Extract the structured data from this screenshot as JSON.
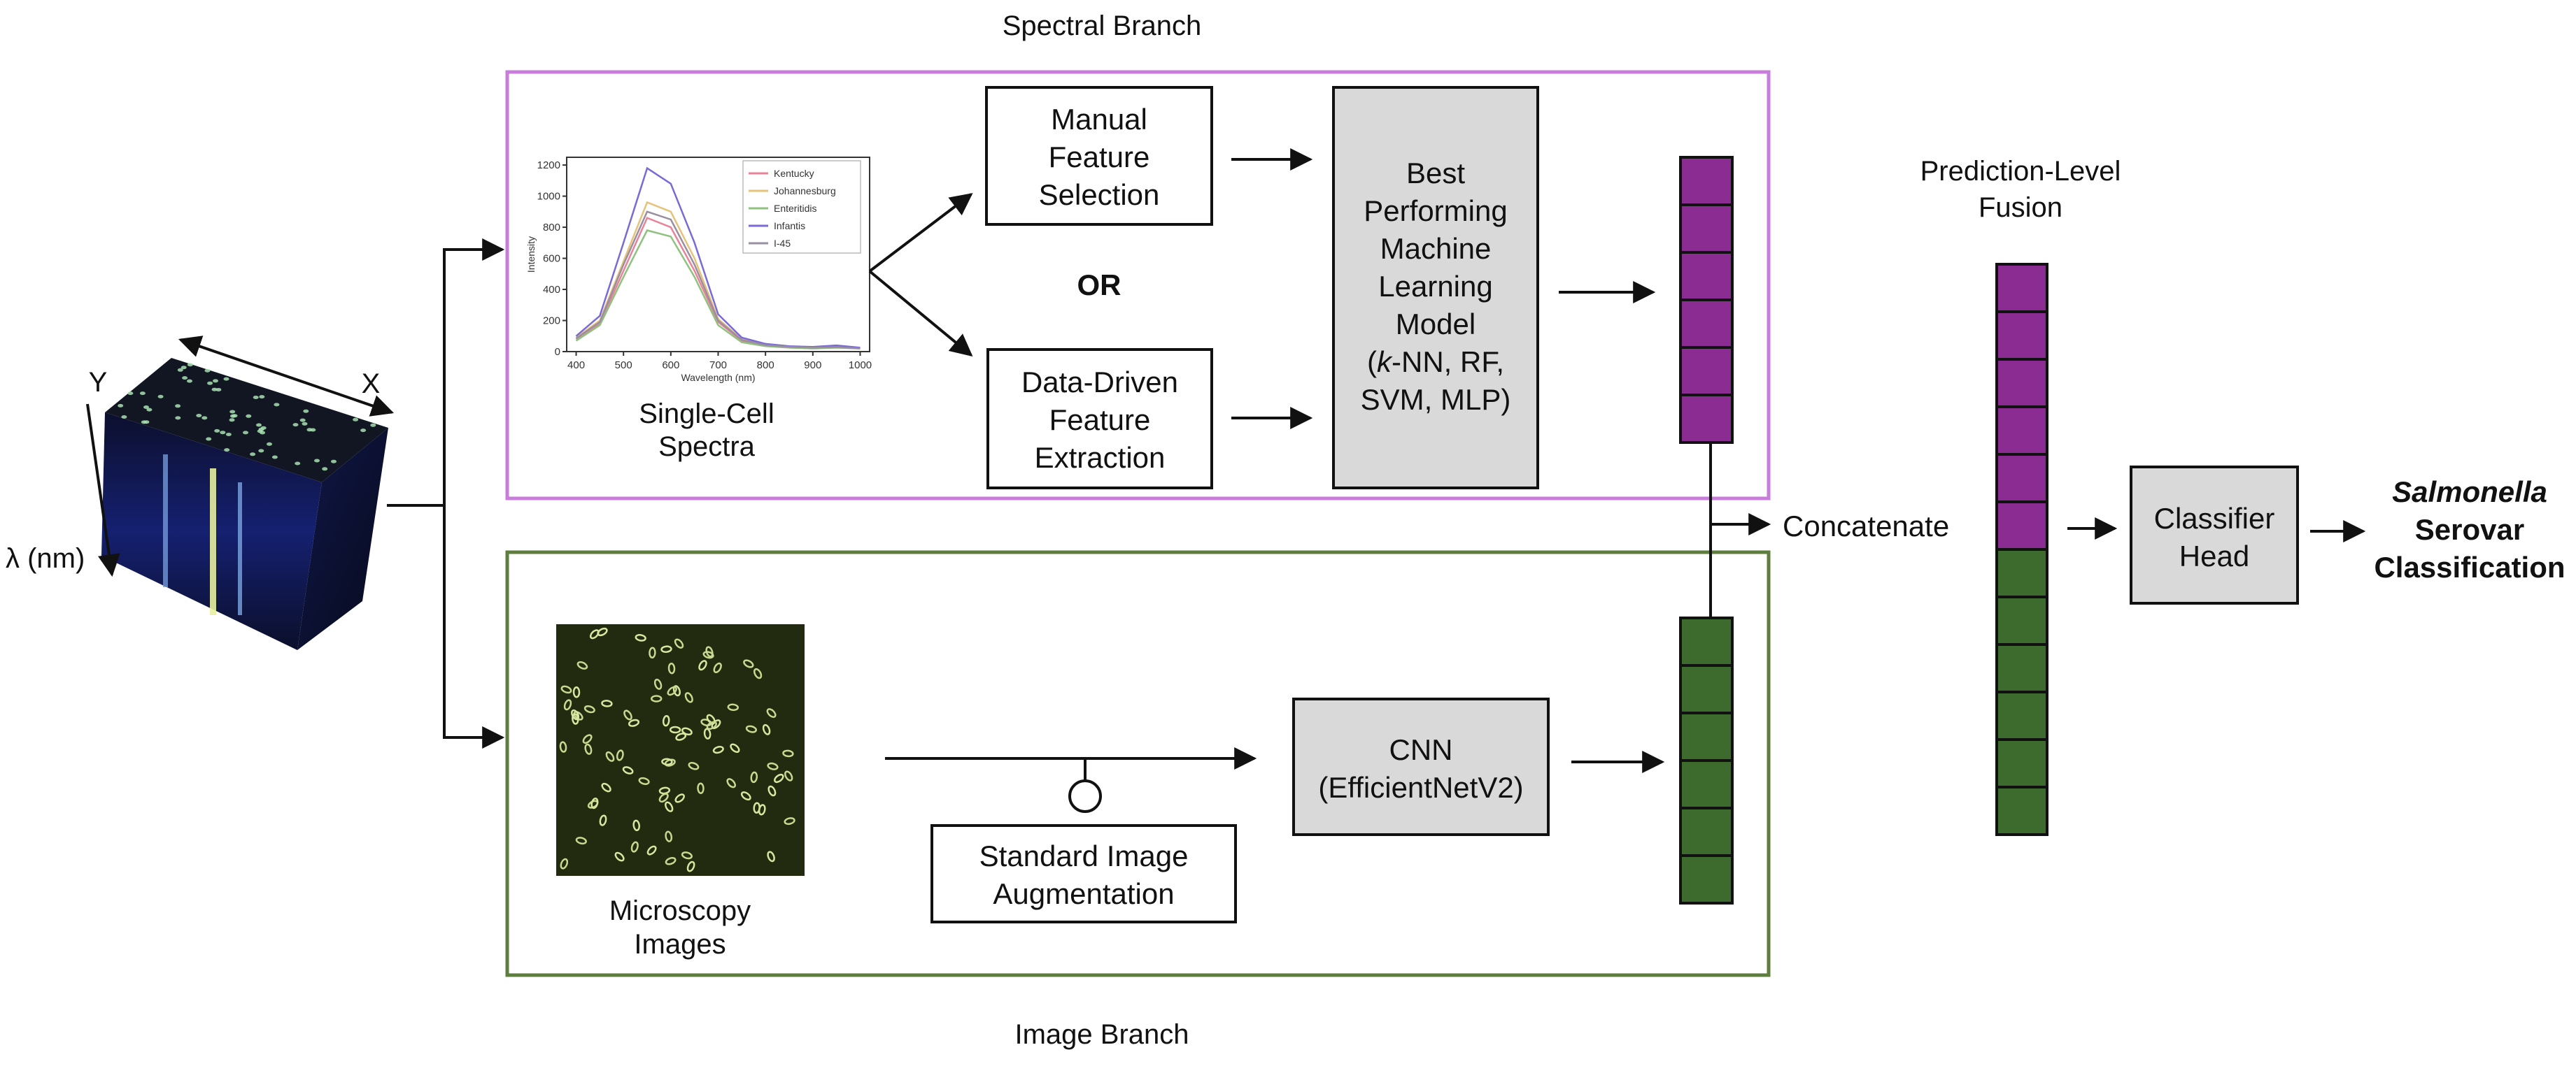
{
  "colors": {
    "spectral": "#c77dd9",
    "image": "#5e7e3e",
    "purple_cell": "#8a2c91",
    "green_cell": "#3d6b2e",
    "box_fill": "#d9d9d9",
    "line": "#111111"
  },
  "branches": {
    "spectral_title": "Spectral Branch",
    "image_title": "Image Branch"
  },
  "cube": {
    "label_y": "Y",
    "label_x": "X",
    "label_lambda": "λ (nm)"
  },
  "spectra": {
    "caption_line1": "Single-Cell",
    "caption_line2": "Spectra"
  },
  "manual": {
    "line1": "Manual",
    "line2": "Feature",
    "line3": "Selection"
  },
  "or_label": "OR",
  "datadriven": {
    "line1": "Data-Driven",
    "line2": "Feature",
    "line3": "Extraction"
  },
  "ml_model": {
    "line1": "Best",
    "line2": "Performing",
    "line3": "Machine",
    "line4": "Learning",
    "line5": "Model",
    "line6_italic": "k",
    "line6_rest": "-NN, RF,",
    "line7": "SVM, MLP)"
  },
  "microscopy": {
    "caption_line1": "Microscopy",
    "caption_line2": "Images"
  },
  "augmentation": {
    "line1": "Standard Image",
    "line2": "Augmentation"
  },
  "cnn": {
    "line1": "CNN",
    "line2": "(EfficientNetV2)"
  },
  "concatenate": "Concatenate",
  "fusion": {
    "line1": "Prediction-Level",
    "line2": "Fusion"
  },
  "classifier": {
    "line1": "Classifier",
    "line2": "Head"
  },
  "output": {
    "line1": "Salmonella",
    "line2": "Serovar",
    "line3": "Classification"
  },
  "chart_data": {
    "type": "line",
    "x": [
      400,
      450,
      500,
      550,
      600,
      650,
      700,
      750,
      800,
      850,
      900,
      950,
      1000
    ],
    "series": [
      {
        "name": "Kentucky",
        "color": "#e8839a",
        "values": [
          80,
          180,
          520,
          860,
          800,
          520,
          190,
          70,
          40,
          30,
          25,
          30,
          20
        ]
      },
      {
        "name": "Johannesburg",
        "color": "#e6c27a",
        "values": [
          90,
          200,
          580,
          960,
          900,
          600,
          210,
          80,
          45,
          30,
          25,
          30,
          20
        ]
      },
      {
        "name": "Enteritidis",
        "color": "#8fc27f",
        "values": [
          70,
          170,
          480,
          780,
          740,
          480,
          170,
          60,
          35,
          25,
          20,
          25,
          20
        ]
      },
      {
        "name": "Infantis",
        "color": "#7a6ad6",
        "values": [
          100,
          230,
          700,
          1180,
          1080,
          700,
          240,
          90,
          50,
          35,
          30,
          40,
          25
        ]
      },
      {
        "name": "I-45",
        "color": "#9a8fa0",
        "values": [
          85,
          190,
          560,
          900,
          850,
          560,
          200,
          75,
          42,
          30,
          25,
          28,
          20
        ]
      }
    ],
    "xlabel": "Wavelength (nm)",
    "ylabel": "Intensity",
    "xlim": [
      380,
      1020
    ],
    "ylim": [
      0,
      1250
    ],
    "xticks": [
      "400",
      "500",
      "600",
      "700",
      "800",
      "900",
      "1000"
    ],
    "yticks": [
      "0",
      "200",
      "400",
      "600",
      "800",
      "1000",
      "1200"
    ],
    "legend_position": "top-right"
  }
}
